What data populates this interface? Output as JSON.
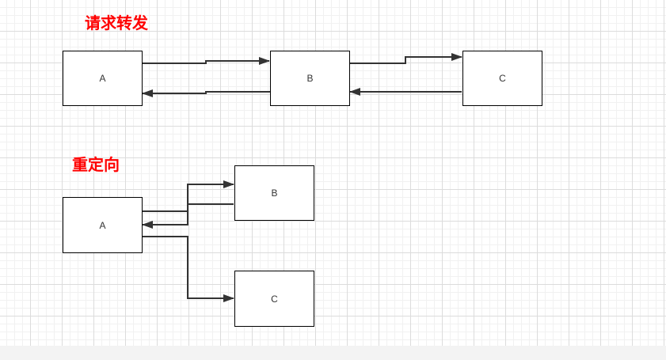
{
  "sections": {
    "forward": {
      "title": "请求转发",
      "nodes": {
        "a": "A",
        "b": "B",
        "c": "C"
      }
    },
    "redirect": {
      "title": "重定向",
      "nodes": {
        "a": "A",
        "b": "B",
        "c": "C"
      }
    }
  },
  "colors": {
    "title": "#ff0000",
    "stroke": "#333333",
    "node_border": "#000000",
    "node_text": "#333333",
    "grid": "#dcdcdc"
  }
}
